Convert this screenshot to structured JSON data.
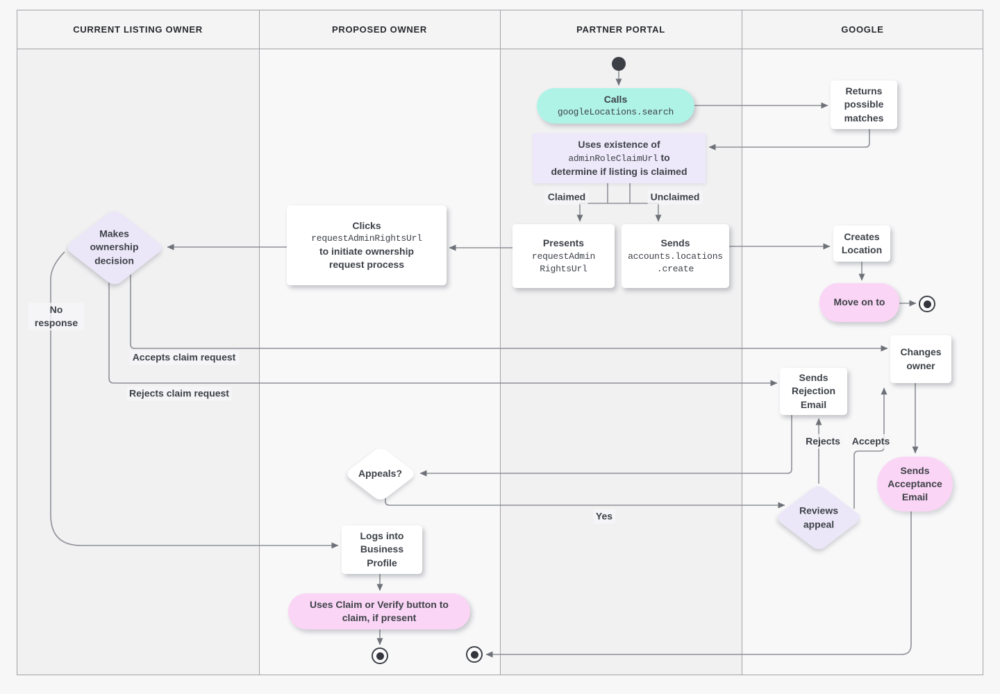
{
  "header": {
    "lanes": [
      "CURRENT LISTING OWNER",
      "PROPOSED OWNER",
      "PARTNER PORTAL",
      "GOOGLE"
    ]
  },
  "nodes": {
    "start": {
      "name": "start"
    },
    "calls": {
      "title": "Calls",
      "code": "googleLocations.search"
    },
    "returns_matches": {
      "text": "Returns possible matches"
    },
    "uses_existence": {
      "line1": "Uses existence of",
      "code": "adminRoleClaimUrl",
      "code_suffix": " to",
      "line3": "determine if listing is claimed"
    },
    "presents": {
      "title": "Presents",
      "code1": "requestAdmin",
      "code2": "RightsUrl"
    },
    "sends_create": {
      "title": "Sends",
      "code1": "accounts.locations",
      "code2": ".create"
    },
    "clicks": {
      "title": "Clicks",
      "code": "requestAdminRightsUrl",
      "line3": "to initiate ownership",
      "line4": "request process"
    },
    "makes_decision": {
      "text": "Makes ownership decision"
    },
    "creates_location": {
      "text": "Creates Location"
    },
    "move_on": {
      "text": "Move on to"
    },
    "changes_owner": {
      "text": "Changes owner"
    },
    "sends_rejection": {
      "text": "Sends Rejection Email"
    },
    "sends_acceptance": {
      "text": "Sends Acceptance Email"
    },
    "reviews_appeal": {
      "text": "Reviews appeal"
    },
    "appeals": {
      "text": "Appeals?"
    },
    "logs_into": {
      "text": "Logs into Business Profile"
    },
    "uses_claim": {
      "text": "Uses Claim or Verify button to claim, if present"
    }
  },
  "edge_labels": {
    "claimed": "Claimed",
    "unclaimed": "Unclaimed",
    "no_response": "No response",
    "accepts_claim": "Accepts claim request",
    "rejects_claim": "Rejects claim request",
    "rejects": "Rejects",
    "accepts": "Accepts",
    "yes": "Yes"
  },
  "colors": {
    "lane_dark": "#f1f1f2",
    "lane_light": "#f8f8f9",
    "teal_node": "#aff3e7",
    "pink_node": "#fbd5f5",
    "purple_node": "#ece7f8",
    "white_node": "#ffffff",
    "edge_line": "#8d9096",
    "arrow_head": "#6e7278",
    "text": "#3d4148",
    "border": "#a2a2a6"
  }
}
